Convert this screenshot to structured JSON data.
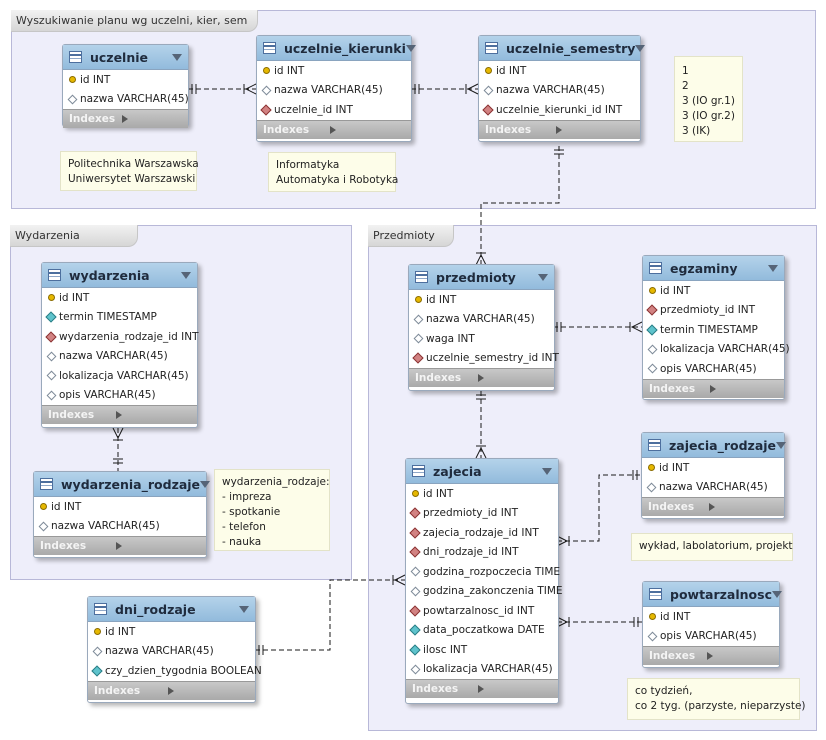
{
  "layers": [
    {
      "id": "plan",
      "title": "Wyszukiwanie planu wg uczelni, kier, sem"
    },
    {
      "id": "wydarzenia",
      "title": "Wydarzenia"
    },
    {
      "id": "przedmioty",
      "title": "Przedmioty"
    }
  ],
  "tables": {
    "uczelnie": {
      "name": "uczelnie",
      "indexes": "Indexes",
      "columns": [
        {
          "icon": "pk",
          "text": "id INT"
        },
        {
          "icon": "col",
          "text": "nazwa VARCHAR(45)"
        }
      ]
    },
    "uczelnie_kierunki": {
      "name": "uczelnie_kierunki",
      "indexes": "Indexes",
      "columns": [
        {
          "icon": "pk",
          "text": "id INT"
        },
        {
          "icon": "col",
          "text": "nazwa VARCHAR(45)"
        },
        {
          "icon": "fk",
          "text": "uczelnie_id INT"
        }
      ]
    },
    "uczelnie_semestry": {
      "name": "uczelnie_semestry",
      "indexes": "Indexes",
      "columns": [
        {
          "icon": "pk",
          "text": "id INT"
        },
        {
          "icon": "col",
          "text": "nazwa VARCHAR(45)"
        },
        {
          "icon": "fk",
          "text": "uczelnie_kierunki_id INT"
        }
      ]
    },
    "wydarzenia": {
      "name": "wydarzenia",
      "indexes": "Indexes",
      "columns": [
        {
          "icon": "pk",
          "text": "id INT"
        },
        {
          "icon": "nn",
          "text": "termin TIMESTAMP"
        },
        {
          "icon": "fk",
          "text": "wydarzenia_rodzaje_id INT"
        },
        {
          "icon": "col",
          "text": "nazwa VARCHAR(45)"
        },
        {
          "icon": "col",
          "text": "lokalizacja VARCHAR(45)"
        },
        {
          "icon": "col",
          "text": "opis VARCHAR(45)"
        }
      ]
    },
    "wydarzenia_rodzaje": {
      "name": "wydarzenia_rodzaje",
      "indexes": "Indexes",
      "columns": [
        {
          "icon": "pk",
          "text": "id INT"
        },
        {
          "icon": "col",
          "text": "nazwa VARCHAR(45)"
        }
      ]
    },
    "przedmioty": {
      "name": "przedmioty",
      "indexes": "Indexes",
      "columns": [
        {
          "icon": "pk",
          "text": "id INT"
        },
        {
          "icon": "col",
          "text": "nazwa VARCHAR(45)"
        },
        {
          "icon": "col",
          "text": "waga INT"
        },
        {
          "icon": "fk",
          "text": "uczelnie_semestry_id INT"
        }
      ]
    },
    "egzaminy": {
      "name": "egzaminy",
      "indexes": "Indexes",
      "columns": [
        {
          "icon": "pk",
          "text": "id INT"
        },
        {
          "icon": "fk",
          "text": "przedmioty_id INT"
        },
        {
          "icon": "nn",
          "text": "termin TIMESTAMP"
        },
        {
          "icon": "col",
          "text": "lokalizacja VARCHAR(45)"
        },
        {
          "icon": "col",
          "text": "opis VARCHAR(45)"
        }
      ]
    },
    "zajecia_rodzaje": {
      "name": "zajecia_rodzaje",
      "indexes": "Indexes",
      "columns": [
        {
          "icon": "pk",
          "text": "id INT"
        },
        {
          "icon": "col",
          "text": "nazwa VARCHAR(45)"
        }
      ]
    },
    "zajecia": {
      "name": "zajecia",
      "indexes": "Indexes",
      "columns": [
        {
          "icon": "pk",
          "text": "id INT"
        },
        {
          "icon": "fk",
          "text": "przedmioty_id INT"
        },
        {
          "icon": "fk",
          "text": "zajecia_rodzaje_id INT"
        },
        {
          "icon": "fk",
          "text": "dni_rodzaje_id INT"
        },
        {
          "icon": "col",
          "text": "godzina_rozpoczecia TIME"
        },
        {
          "icon": "col",
          "text": "godzina_zakonczenia TIME"
        },
        {
          "icon": "fk",
          "text": "powtarzalnosc_id INT"
        },
        {
          "icon": "nn",
          "text": "data_poczatkowa DATE"
        },
        {
          "icon": "nn",
          "text": "ilosc INT"
        },
        {
          "icon": "col",
          "text": "lokalizacja VARCHAR(45)"
        }
      ]
    },
    "dni_rodzaje": {
      "name": "dni_rodzaje",
      "indexes": "Indexes",
      "columns": [
        {
          "icon": "pk",
          "text": "id INT"
        },
        {
          "icon": "col",
          "text": "nazwa VARCHAR(45)"
        },
        {
          "icon": "nn",
          "text": "czy_dzien_tygodnia BOOLEAN"
        }
      ]
    },
    "powtarzalnosc": {
      "name": "powtarzalnosc",
      "indexes": "Indexes",
      "columns": [
        {
          "icon": "pk",
          "text": "id INT"
        },
        {
          "icon": "col",
          "text": "opis VARCHAR(45)"
        }
      ]
    }
  },
  "notes": {
    "uczelnie_note": [
      "Politechnika Warszawska",
      "Uniwersytet Warszawski"
    ],
    "kierunki_note": [
      "Informatyka",
      "Automatyka i Robotyka"
    ],
    "semestry_note": [
      "1",
      "2",
      "3 (IO gr.1)",
      "3 (IO gr.2)",
      "3 (IK)"
    ],
    "wydarzenia_rodzaje_note": [
      "wydarzenia_rodzaje:",
      "- impreza",
      "- spotkanie",
      "- telefon",
      "- nauka"
    ],
    "zajecia_rodzaje_note": [
      "wykład, labolatorium, projekt"
    ],
    "powtarzalnosc_note": [
      "co tydzień,",
      "co 2 tyg. (parzyste, nieparzyste)"
    ]
  },
  "colors": {
    "header": "#a6c8e4",
    "indexes_bar": "#b9b9b9",
    "layer_bg": "#eeeefa",
    "note_bg": "#fdfde9"
  }
}
